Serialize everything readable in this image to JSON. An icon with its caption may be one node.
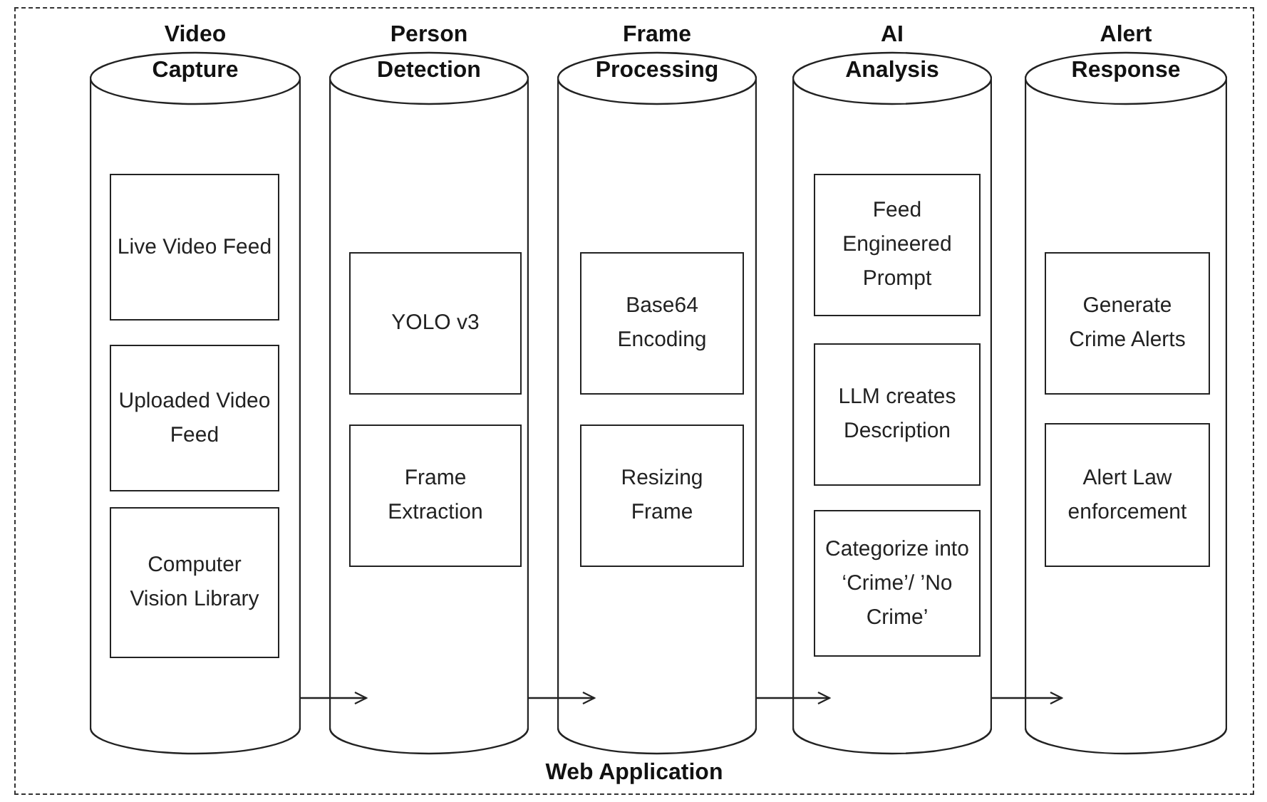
{
  "diagram": {
    "nodes": [
      {
        "text": [
          "Web Application"
        ]
      },
      {
        "text": [
          "Video Capture"
        ],
        "in": 0
      },
      {
        "text": [
          "Live Video Feed"
        ],
        "in": 1
      },
      {
        "text": [
          "Uploaded Video Feed"
        ],
        "in": 1
      },
      {
        "text": [
          "Computer Vision Library"
        ],
        "in": 1
      },
      {
        "text": [
          "Person Detection"
        ],
        "in": 0
      },
      {
        "text": [
          "YOLO v3"
        ],
        "in": 5
      },
      {
        "text": [
          "Frame Extraction"
        ],
        "in": 5
      },
      {
        "text": [
          "Frame Processing"
        ],
        "in": 0
      },
      {
        "text": [
          "Base64 Encoding"
        ],
        "in": 8
      },
      {
        "text": [
          "Resizing Frame"
        ],
        "in": 8
      },
      {
        "text": [
          "AI Analysis"
        ],
        "in": 0
      },
      {
        "text": [
          "Feed Engineered Prompt"
        ],
        "in": 11
      },
      {
        "text": [
          "LLM creates Description"
        ],
        "in": 11
      },
      {
        "text": [
          "Categorize into ‘Crime’/ ’No Crime’"
        ],
        "in": 11
      },
      {
        "text": [
          "Alert Response"
        ],
        "in": 0
      },
      {
        "text": [
          "Generate Crime Alerts"
        ],
        "in": 15
      },
      {
        "text": [
          "Alert Law enforcement"
        ],
        "in": 15
      }
    ],
    "edges": [
      {
        "from": 1,
        "to": 5,
        "arrow": "to"
      },
      {
        "from": 5,
        "to": 8,
        "arrow": "to"
      },
      {
        "from": 8,
        "to": 11,
        "arrow": "to"
      },
      {
        "from": 11,
        "to": 15,
        "arrow": "to"
      }
    ]
  }
}
